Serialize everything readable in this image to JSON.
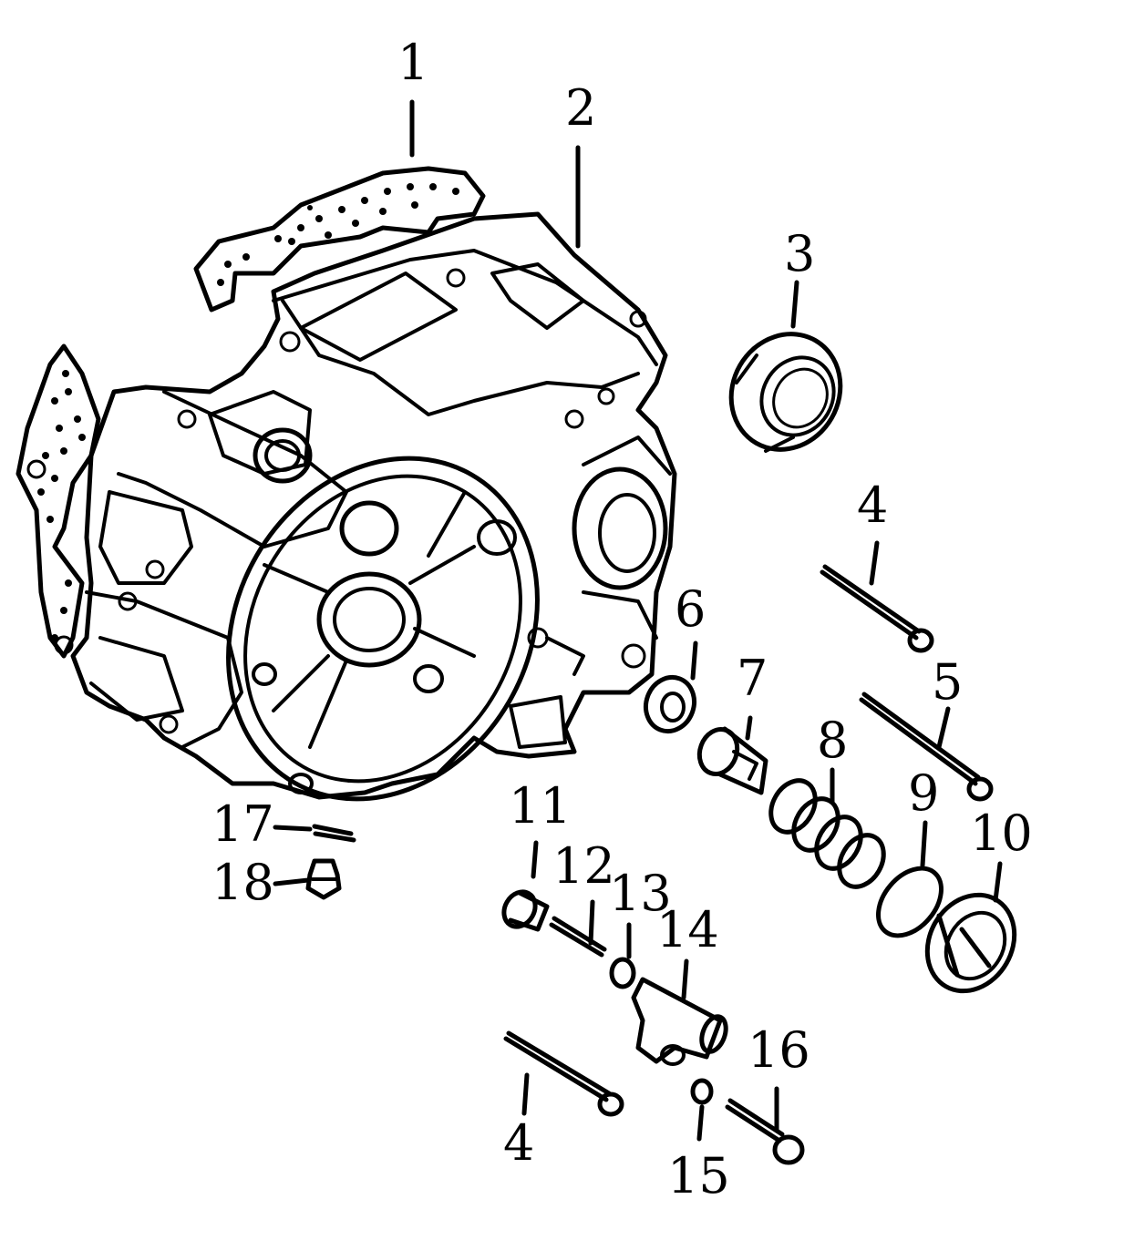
{
  "parts": [
    {
      "id": "part-1",
      "label": "1"
    },
    {
      "id": "part-2",
      "label": "2"
    },
    {
      "id": "part-3",
      "label": "3"
    },
    {
      "id": "part-4a",
      "label": "4"
    },
    {
      "id": "part-5",
      "label": "5"
    },
    {
      "id": "part-6",
      "label": "6"
    },
    {
      "id": "part-7",
      "label": "7"
    },
    {
      "id": "part-8",
      "label": "8"
    },
    {
      "id": "part-9",
      "label": "9"
    },
    {
      "id": "part-10",
      "label": "10"
    },
    {
      "id": "part-11",
      "label": "11"
    },
    {
      "id": "part-12",
      "label": "12"
    },
    {
      "id": "part-13",
      "label": "13"
    },
    {
      "id": "part-14",
      "label": "14"
    },
    {
      "id": "part-4b",
      "label": "4"
    },
    {
      "id": "part-15",
      "label": "15"
    },
    {
      "id": "part-16",
      "label": "16"
    },
    {
      "id": "part-17",
      "label": "17"
    },
    {
      "id": "part-18",
      "label": "18"
    }
  ],
  "colors": {
    "ink": "#000000",
    "paper": "#ffffff"
  }
}
